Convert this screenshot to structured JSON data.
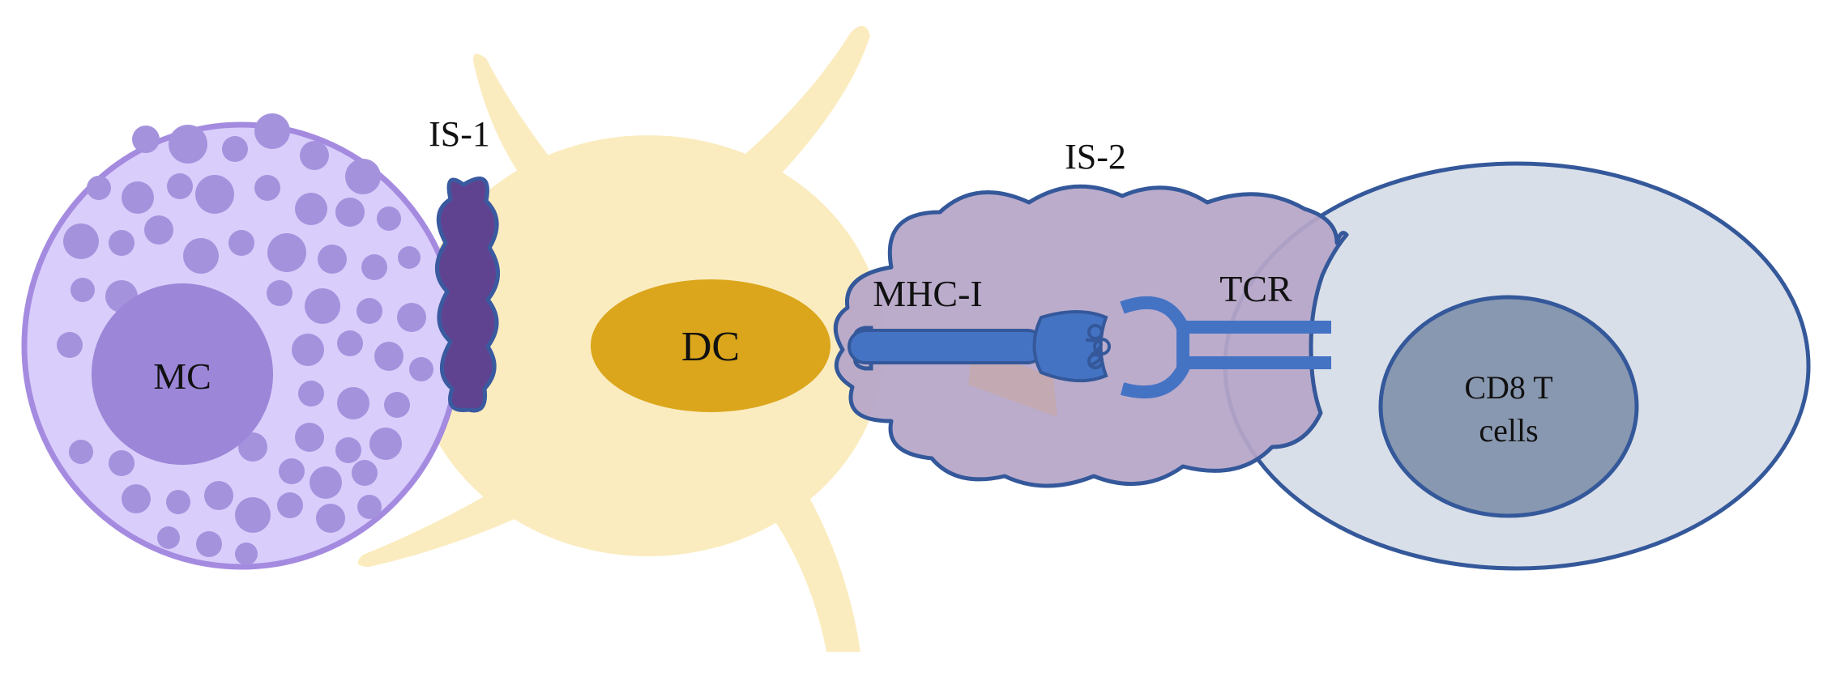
{
  "labels": {
    "mc": "MC",
    "dc": "DC",
    "cd8_line1": "CD8 T",
    "cd8_line2": "cells",
    "is1": "IS-1",
    "is2": "IS-2",
    "mhc": "MHC-I",
    "tcr": "TCR"
  },
  "colors": {
    "mc_cell": "#d9cdfb",
    "mc_outline": "#a48be0",
    "mc_nucleus": "#9c86d8",
    "mc_granule": "#a592dd",
    "dc_body": "#fbecc0",
    "dc_nucleus": "#dba61c",
    "is1_synapse": "#5f4391",
    "is2_cloud": "#b6a6c8",
    "outline_blue": "#34589a",
    "receptor_blue": "#4573c4",
    "t_cell": "#d9dfe8",
    "t_nucleus": "#8898b0"
  }
}
